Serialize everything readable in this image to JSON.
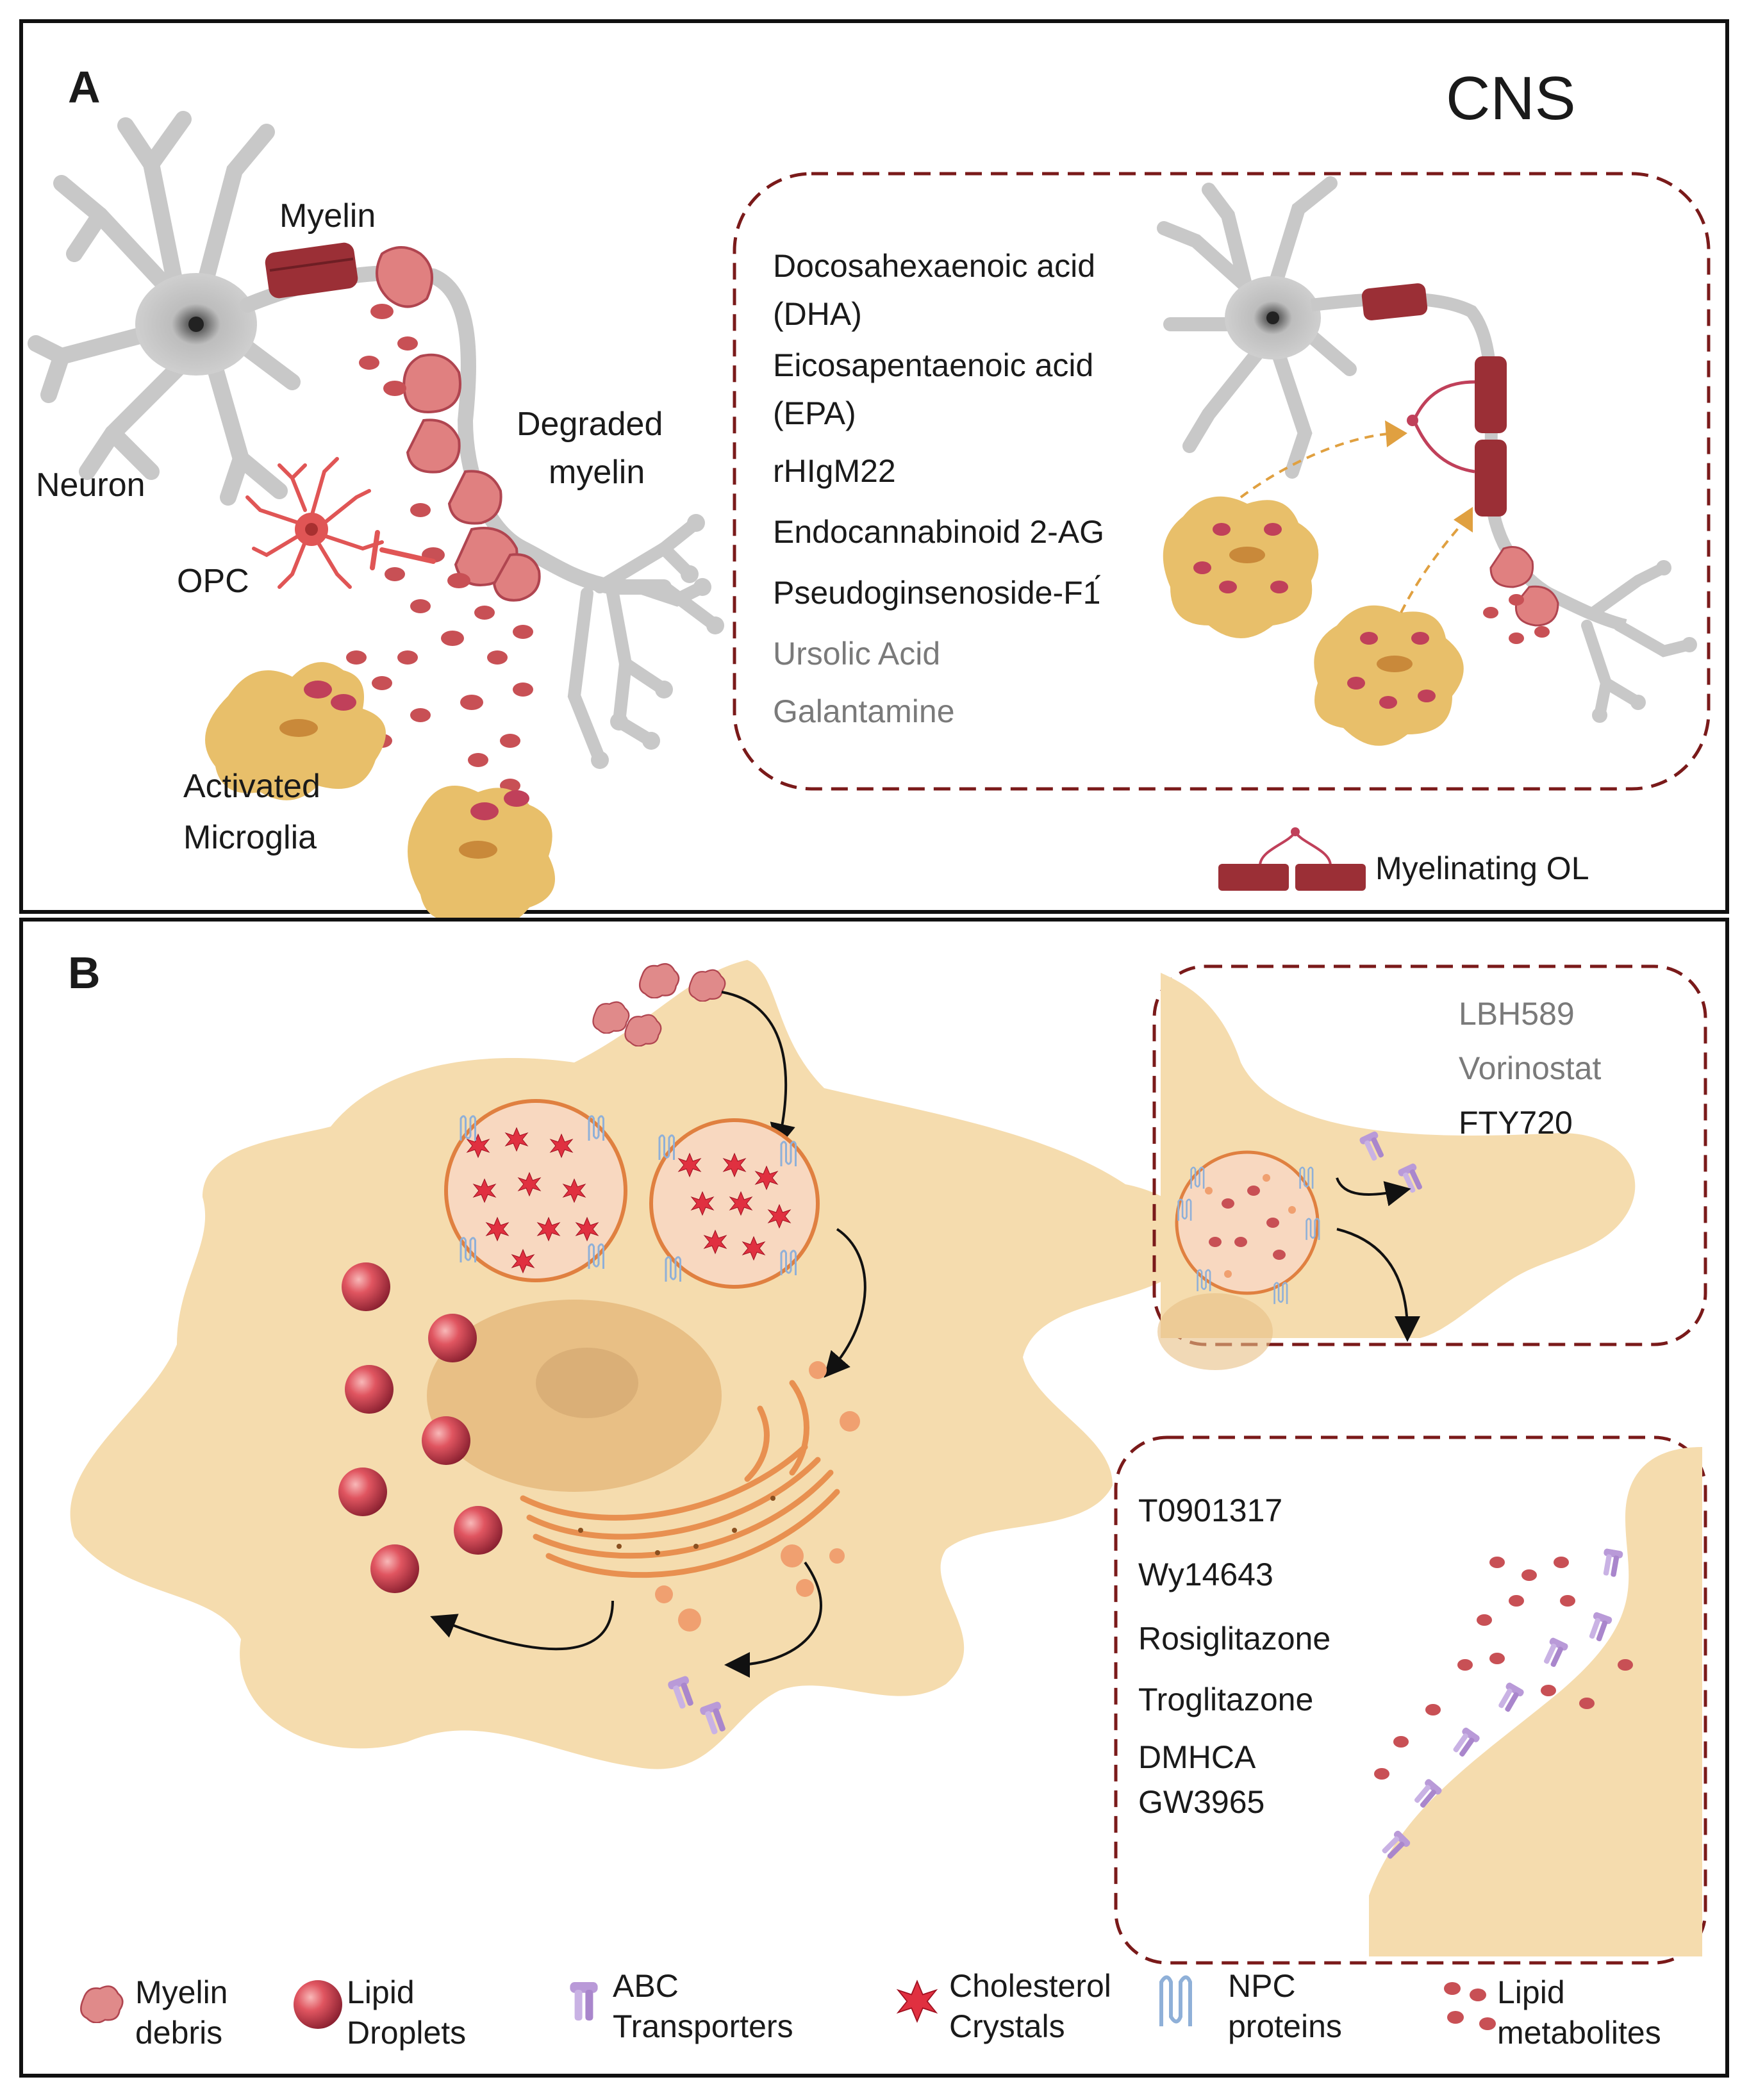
{
  "panel_a": {
    "letter": "A",
    "title": "CNS",
    "labels": {
      "myelin": "Myelin",
      "neuron": "Neuron",
      "degraded_myelin_1": "Degraded",
      "degraded_myelin_2": "myelin",
      "opc": "OPC",
      "activated_1": "Activated",
      "activated_2": "Microglia"
    },
    "drugs": [
      "Docosahexaenoic acid",
      "(DHA)",
      "Eicosapentaenoic acid",
      "(EPA)",
      "rHIgM22",
      "Endocannabinoid 2-AG",
      "Pseudoginsenoside-F1́",
      "Ursolic Acid",
      "Galantamine"
    ],
    "legend_myelinating": "Myelinating OL"
  },
  "panel_b": {
    "letter": "B",
    "box1_drugs": [
      "LBH589",
      "Vorinostat",
      "FTY720"
    ],
    "box2_drugs": [
      "T0901317",
      "Wy14643",
      "Rosiglitazone",
      "Troglitazone",
      "DMHCA",
      "GW3965"
    ],
    "legend": [
      {
        "line1": "Myelin",
        "line2": "debris"
      },
      {
        "line1": "Lipid",
        "line2": "Droplets"
      },
      {
        "line1": "ABC",
        "line2": "Transporters"
      },
      {
        "line1": "Cholesterol",
        "line2": "Crystals"
      },
      {
        "line1": "NPC",
        "line2": "proteins"
      },
      {
        "line1": "Lipid",
        "line2": "metabolites"
      }
    ]
  },
  "colors": {
    "myelin": "#9b2f36",
    "microglia": "#e8bf6a",
    "cell_body": "#f5dcae",
    "opc": "#e05555",
    "neuron": "#c8c8c8",
    "dashed_border": "#7a1a1a",
    "abc": "#b99ad8",
    "npc": "#8fb0d8",
    "lipid": "#c85055"
  }
}
